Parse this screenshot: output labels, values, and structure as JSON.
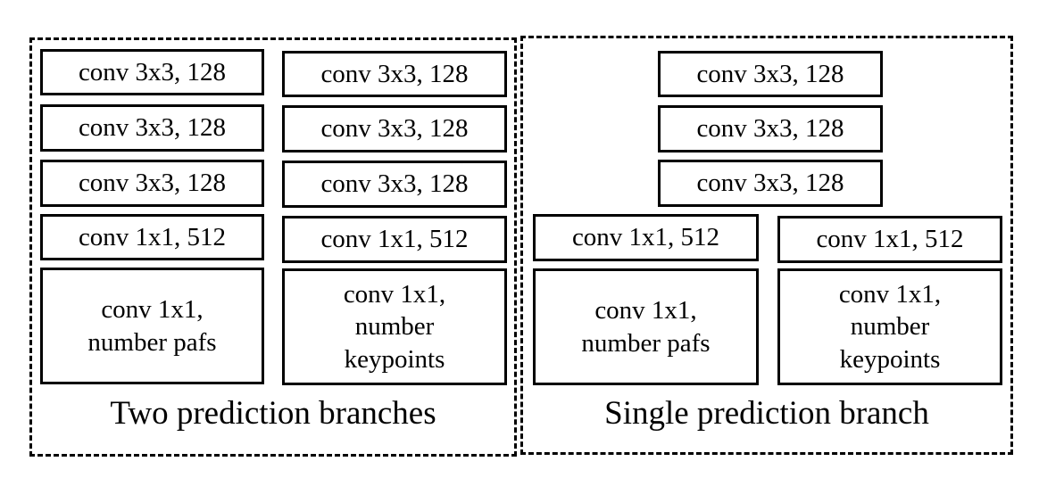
{
  "panels": [
    {
      "caption": "Two prediction branches",
      "branches": [
        [
          "conv 3x3, 128",
          "conv 3x3, 128",
          "conv 3x3, 128",
          "conv 1x1, 512",
          "conv 1x1,\nnumber pafs"
        ],
        [
          "conv 3x3, 128",
          "conv 3x3, 128",
          "conv 3x3, 128",
          "conv 1x1, 512",
          "conv 1x1,\nnumber\nkeypoints"
        ]
      ]
    },
    {
      "caption": "Single prediction branch",
      "shared": [
        "conv 3x3, 128",
        "conv 3x3, 128",
        "conv 3x3, 128"
      ],
      "heads": [
        [
          "conv 1x1, 512",
          "conv 1x1,\nnumber pafs"
        ],
        [
          "conv 1x1, 512",
          "conv 1x1,\nnumber\nkeypoints"
        ]
      ]
    }
  ]
}
